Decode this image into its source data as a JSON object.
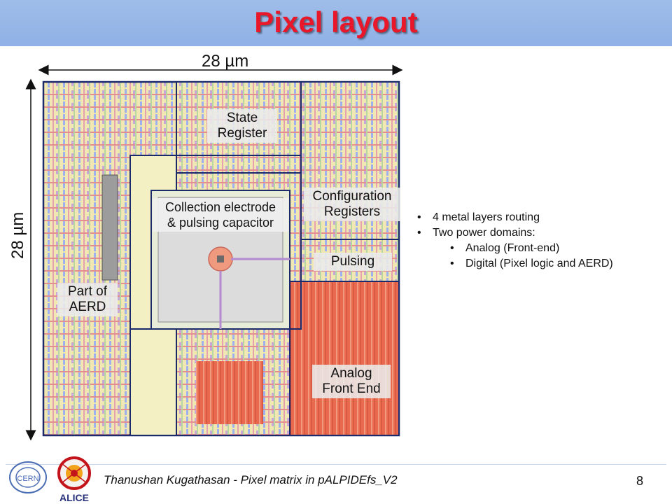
{
  "slide": {
    "title": "Pixel layout",
    "dimension_top": "28 µm",
    "dimension_left": "28 µm",
    "regions": {
      "state_register": [
        "State",
        "Register"
      ],
      "configuration_registers": [
        "Configuration",
        "Registers"
      ],
      "collection_electrode": [
        "Collection electrode",
        "& pulsing capacitor"
      ],
      "pulsing": "Pulsing",
      "part_of_aerd": [
        "Part of",
        "AERD"
      ],
      "analog_front_end": [
        "Analog",
        "Front End"
      ]
    },
    "bullets": [
      "4 metal layers routing",
      "Two power domains:"
    ],
    "sub_bullets": [
      "Analog (Front-end)",
      "Digital (Pixel logic and AERD)"
    ],
    "footer": {
      "text": "Thanushan Kugathasan - Pixel matrix in pALPIDEfs_V2",
      "page_number": "8",
      "cern_logo_text": "CERN",
      "alice_logo_text": "ALICE"
    }
  }
}
